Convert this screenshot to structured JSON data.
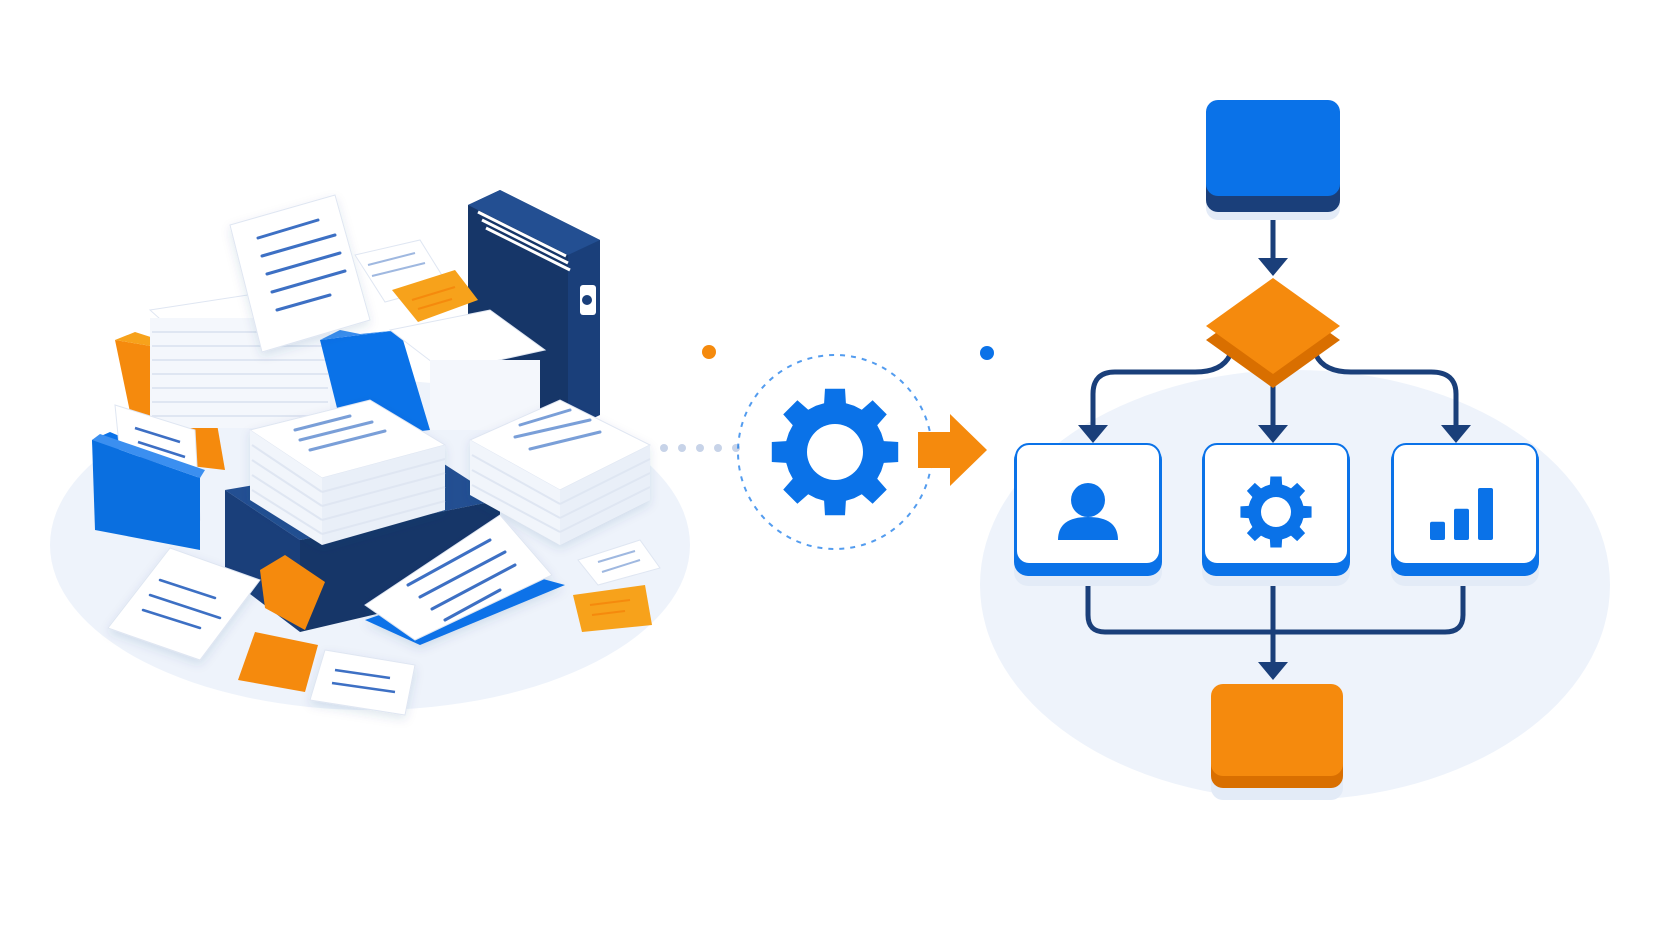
{
  "colors": {
    "background": "#ffffff",
    "platform": "#eef3fb",
    "primary_blue": "#0a72e8",
    "dark_navy": "#1a3f7a",
    "accent_orange": "#f58a0d",
    "paper": "#ffffff",
    "paper_line": "#3d6fc4",
    "paper_edge": "#dfe6f2",
    "sticky_note": "#f7a21b"
  },
  "icons": {
    "processing": "gear-icon",
    "direction": "arrow-right-icon",
    "node_user": "user-icon",
    "node_process": "gear-icon",
    "node_report": "bar-chart-icon"
  },
  "diagram": {
    "left": "document-pile",
    "center": "processing-gear",
    "right": "workflow-flowchart",
    "flow": {
      "start": "blue-start-block",
      "decision": "orange-diamond",
      "branches": [
        "user",
        "process",
        "report"
      ],
      "end": "orange-end-block"
    }
  },
  "report_bars": [
    0.35,
    0.6,
    1.0
  ]
}
